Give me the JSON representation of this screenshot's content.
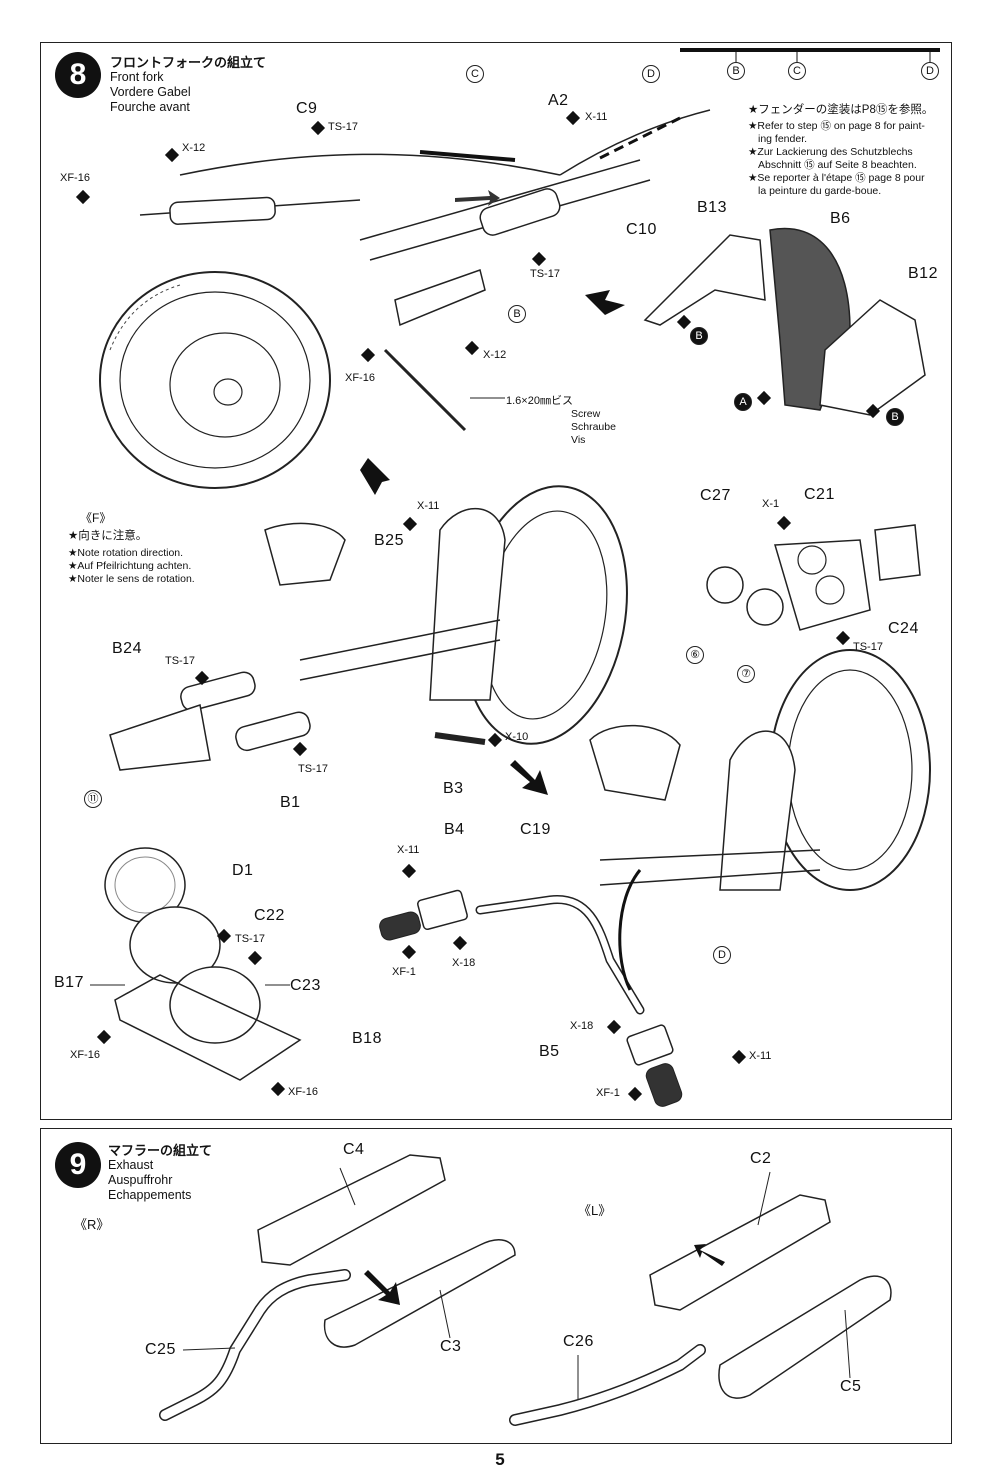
{
  "page_number": "5",
  "step8": {
    "number": "8",
    "title_jp": "フロントフォークの組立て",
    "title_en": "Front fork",
    "title_de": "Vordere Gabel",
    "title_fr": "Fourche avant",
    "legend_circles": [
      "B",
      "C",
      "D"
    ],
    "fender_note": [
      "★フェンダーの塗装はP8⑮を参照。",
      "★Refer to step ⑮ on page 8 for paint-",
      "ing fender.",
      "★Zur Lackierung des Schutzblechs",
      "Abschnitt ⑮ auf Seite 8 beachten.",
      "★Se reporter à l'étape ⑮ page 8 pour",
      "la peinture du garde-boue."
    ],
    "rotation_note": [
      "《F》",
      "★向きに注意。",
      "★Note rotation direction.",
      "★Auf Pfeilrichtung achten.",
      "★Noter le sens de rotation."
    ],
    "screw": {
      "size": "1.6×20㎜ビス",
      "en": "Screw",
      "de": "Schraube",
      "fr": "Vis"
    },
    "parts": {
      "C9": "C9",
      "A2": "A2",
      "C10": "C10",
      "B13": "B13",
      "B6": "B6",
      "B12": "B12",
      "B25": "B25",
      "C27": "C27",
      "C21": "C21",
      "C24": "C24",
      "B24": "B24",
      "B1": "B1",
      "B3": "B3",
      "B4": "B4",
      "C19": "C19",
      "D1": "D1",
      "C22": "C22",
      "C23": "C23",
      "B17": "B17",
      "B18": "B18",
      "B5": "B5"
    },
    "paints": {
      "ts17": "TS-17",
      "x11": "X-11",
      "x12": "X-12",
      "xf16": "XF-16",
      "x1": "X-1",
      "x10": "X-10",
      "x18": "X-18",
      "xf1": "XF-1"
    },
    "markers": {
      "A": "A",
      "B": "B",
      "C": "C",
      "D": "D",
      "n6": "⑥",
      "n7": "⑦",
      "n11": "⑪"
    }
  },
  "step9": {
    "number": "9",
    "title_jp": "マフラーの組立て",
    "title_en": "Exhaust",
    "title_de": "Auspuffrohr",
    "title_fr": "Echappements",
    "side_r": "《R》",
    "side_l": "《L》",
    "parts": {
      "C4": "C4",
      "C2": "C2",
      "C25": "C25",
      "C3": "C3",
      "C26": "C26",
      "C5": "C5"
    }
  }
}
